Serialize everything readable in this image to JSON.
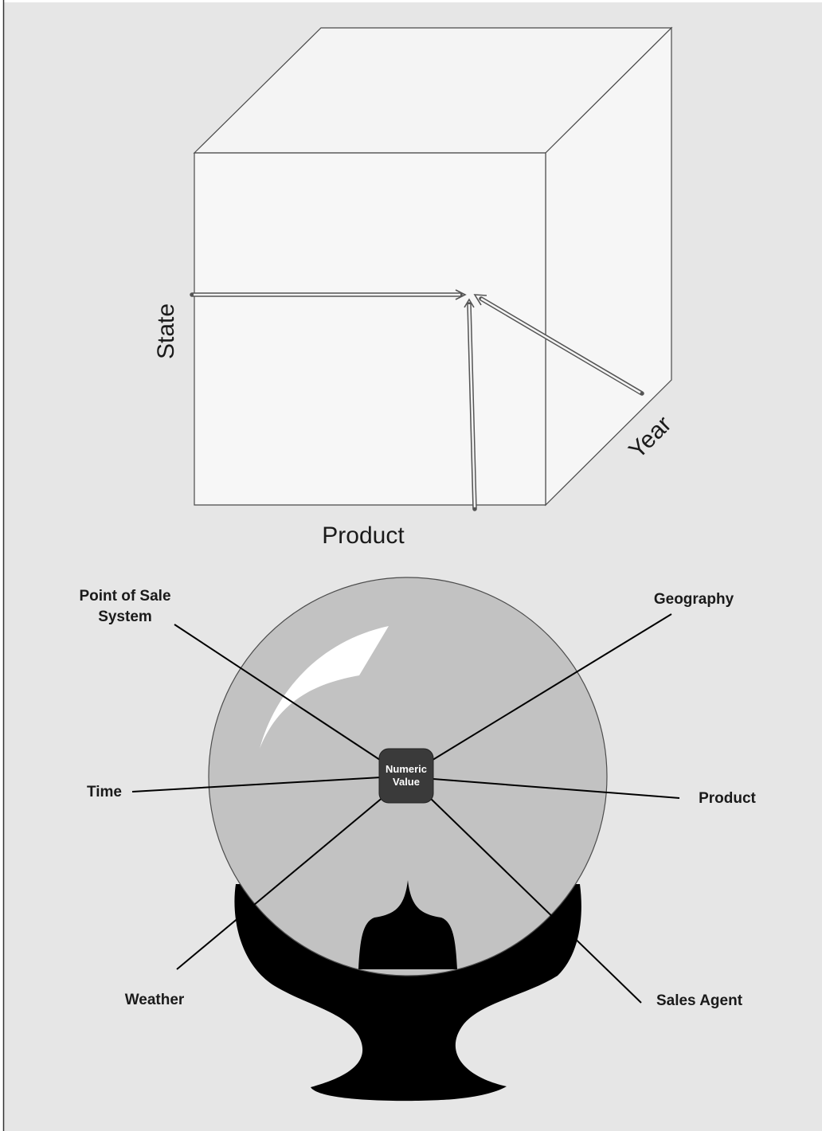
{
  "cube": {
    "axes": {
      "state": "State",
      "product": "Product",
      "year": "Year"
    }
  },
  "crystal_ball": {
    "center": [
      "Numeric",
      "Value"
    ],
    "dimensions": {
      "point_of_sale": [
        "Point of Sale",
        "System"
      ],
      "geography": "Geography",
      "time": "Time",
      "product": "Product",
      "weather": "Weather",
      "sales_agent": "Sales Agent"
    }
  },
  "colors": {
    "background": "#e6e6e6",
    "cube_face": "#f5f5f5",
    "ball": "#c2c2c2",
    "stand": "#000000",
    "center_box": "#3a3a3a",
    "highlight": "#ffffff"
  }
}
